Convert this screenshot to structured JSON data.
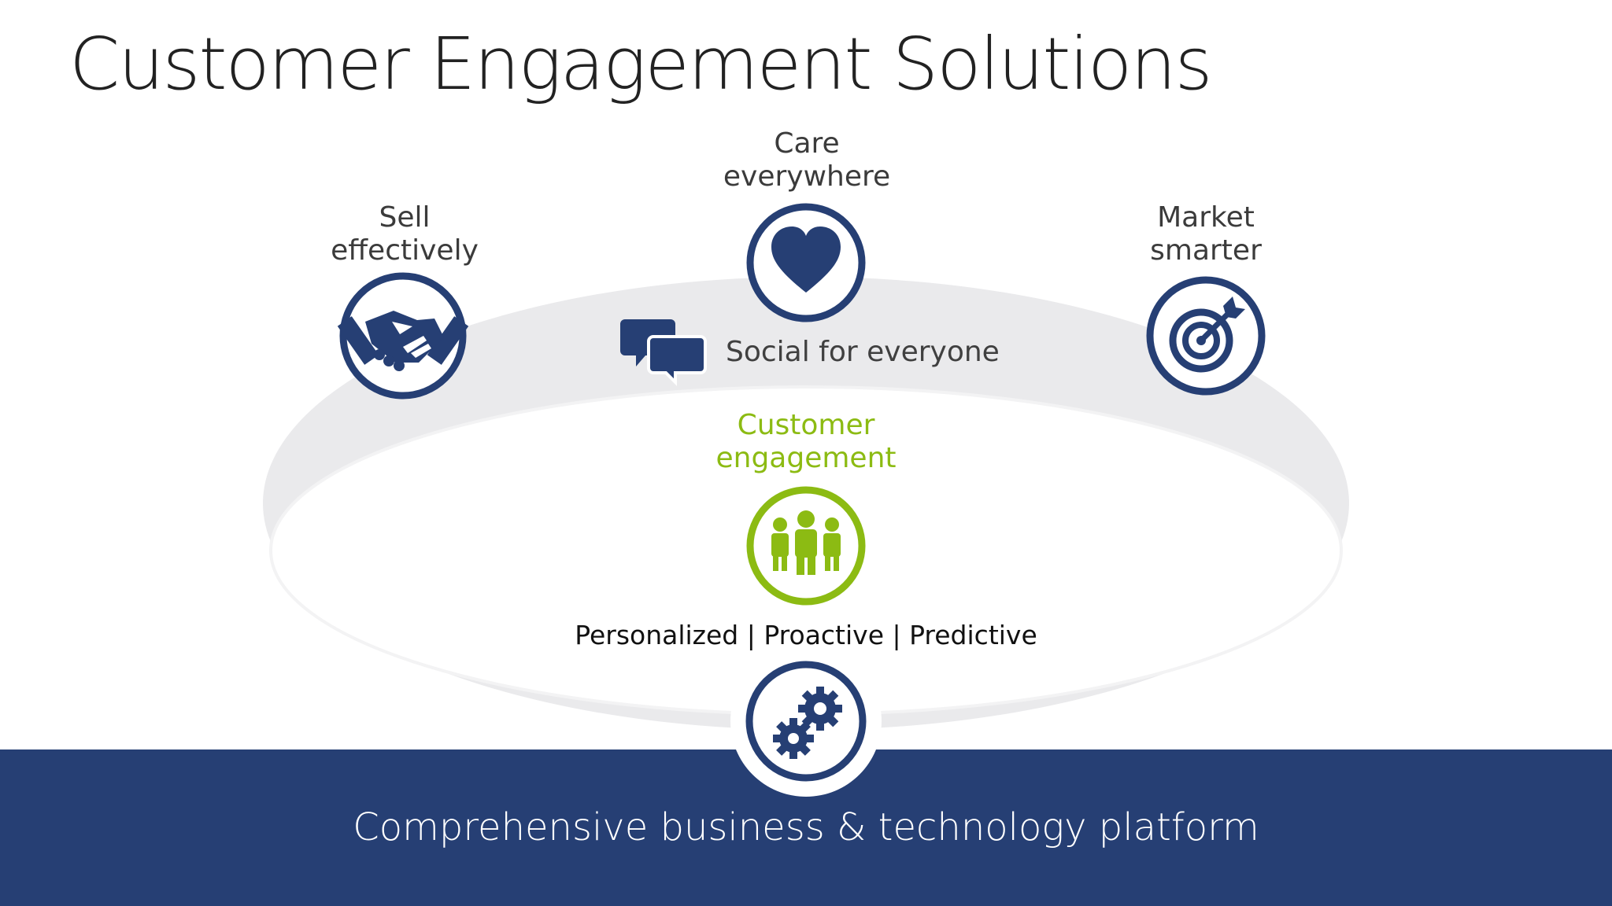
{
  "title": "Customer Engagement Solutions",
  "pillars": {
    "sell": {
      "line1": "Sell",
      "line2": "effectively",
      "icon": "handshake-icon"
    },
    "care": {
      "line1": "Care",
      "line2": "everywhere",
      "icon": "heart-icon"
    },
    "market": {
      "line1": "Market",
      "line2": "smarter",
      "icon": "target-icon"
    }
  },
  "social": {
    "label": "Social for everyone",
    "icon": "chat-bubbles-icon"
  },
  "center": {
    "line1": "Customer",
    "line2": "engagement",
    "icon": "people-icon",
    "tagline": "Personalized | Proactive | Predictive"
  },
  "platform": {
    "label": "Comprehensive business & technology platform",
    "icon": "gears-icon"
  },
  "colors": {
    "navy": "#263f74",
    "green": "#8cbb13",
    "ring": "#e8e8ea",
    "text": "#3b3b3b"
  }
}
